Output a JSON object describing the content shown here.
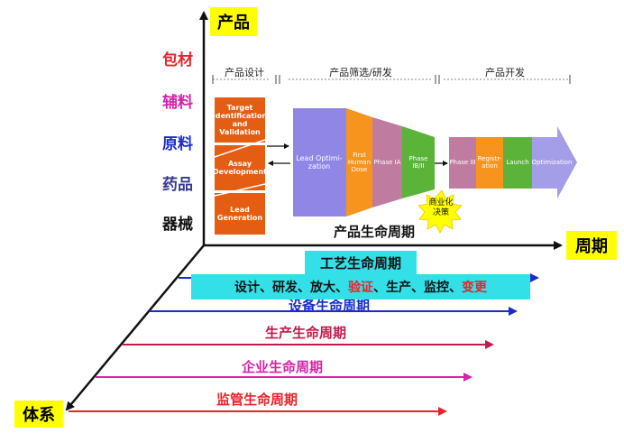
{
  "axes": {
    "y_label": "产品",
    "x_label": "周期",
    "z_label": "体系"
  },
  "categories": [
    {
      "label": "包材",
      "color": "#e8232a"
    },
    {
      "label": "辅料",
      "color": "#d623a8"
    },
    {
      "label": "原料",
      "color": "#1a2dcc"
    },
    {
      "label": "药品",
      "color": "#3a3a8c"
    },
    {
      "label": "器械",
      "color": "#111111"
    }
  ],
  "phases": {
    "design": "产品设计",
    "screening": "产品筛选/研发",
    "development": "产品开发"
  },
  "design_blocks": {
    "target": "Target Identification and Validation",
    "assay": "Assay Development",
    "lead_gen": "Lead Generation"
  },
  "funnel": {
    "lead_opt": "Lead Optimi-zation",
    "first_human": "First Human Dose",
    "phase_ia": "Phase IA",
    "phase_ib": "Phase IB/II"
  },
  "dev_stages": {
    "phase3": "Phase III",
    "registration": "Registr-ation",
    "launch": "Launch",
    "optimization": "Optimization"
  },
  "decision": "商业化决策",
  "product_lifecycle": "产品生命周期",
  "process": {
    "title": "工艺生命周期",
    "steps_prefix": "设计、研发、放大、",
    "steps_highlight": "验证",
    "steps_middle": "、生产、监控、",
    "steps_end": "变更"
  },
  "lifecycles": {
    "equipment": "设备生命周期",
    "production": "生产生命周期",
    "enterprise": "企业生命周期",
    "regulatory": "监管生命周期"
  },
  "colors": {
    "axis_box": "#ffff00",
    "cyan": "#33e0e8",
    "equipment": "#1a2dcc",
    "production": "#c41a4a",
    "enterprise": "#d623a8",
    "regulatory": "#e8232a"
  }
}
